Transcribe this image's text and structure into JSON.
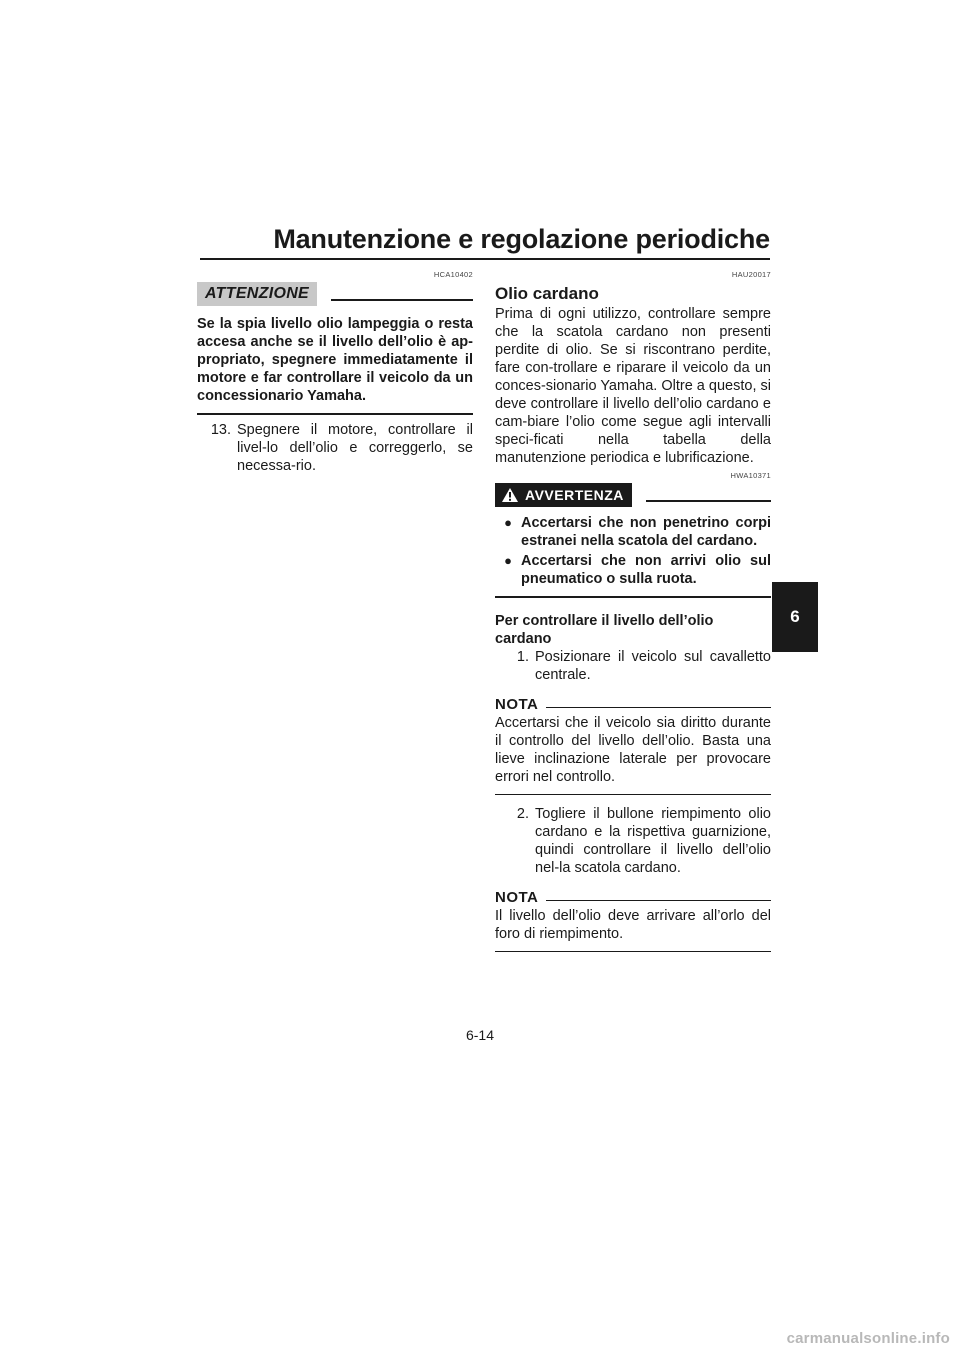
{
  "header": {
    "title": "Manutenzione e regolazione periodiche"
  },
  "chapter_tab": "6",
  "left": {
    "code": "HCA10402",
    "banner": "ATTENZIONE",
    "warning_text": "Se la spia livello olio lampeggia o resta accesa anche se il livello dell’olio è ap-propriato, spegnere immediatamente il motore e far controllare il veicolo da un concessionario Yamaha.",
    "step13": {
      "num": "13.",
      "text": "Spegnere il motore, controllare il livel-lo dell’olio e correggerlo, se necessa-rio."
    }
  },
  "right": {
    "code1": "HAU20017",
    "section_title": "Olio cardano",
    "intro": "Prima di ogni utilizzo, controllare sempre che la scatola cardano non presenti perdite di olio. Se si riscontrano perdite, fare con-trollare e riparare il veicolo da un conces-sionario Yamaha. Oltre a questo, si deve controllare il livello dell’olio cardano e cam-biare l’olio come segue agli intervalli speci-ficati nella tabella della manutenzione periodica e lubrificazione.",
    "code2": "HWA10371",
    "banner": "AVVERTENZA",
    "bullets": [
      "Accertarsi che non penetrino corpi estranei nella scatola del cardano.",
      "Accertarsi che non arrivi olio sul pneumatico o sulla ruota."
    ],
    "subhead": "Per controllare il livello dell’olio cardano",
    "step1": {
      "num": "1.",
      "text": "Posizionare il veicolo sul cavalletto centrale."
    },
    "nota_label": "NOTA",
    "nota1": "Accertarsi che il veicolo sia diritto durante il controllo del livello dell’olio. Basta una lieve inclinazione laterale per provocare errori nel controllo.",
    "step2": {
      "num": "2.",
      "text": "Togliere il bullone riempimento olio cardano e la rispettiva guarnizione, quindi controllare il livello dell’olio nel-la scatola cardano."
    },
    "nota2": "Il livello dell’olio deve arrivare all’orlo del foro di riempimento."
  },
  "footer": {
    "page_number": "6-14",
    "watermark": "carmanualsonline.info"
  }
}
